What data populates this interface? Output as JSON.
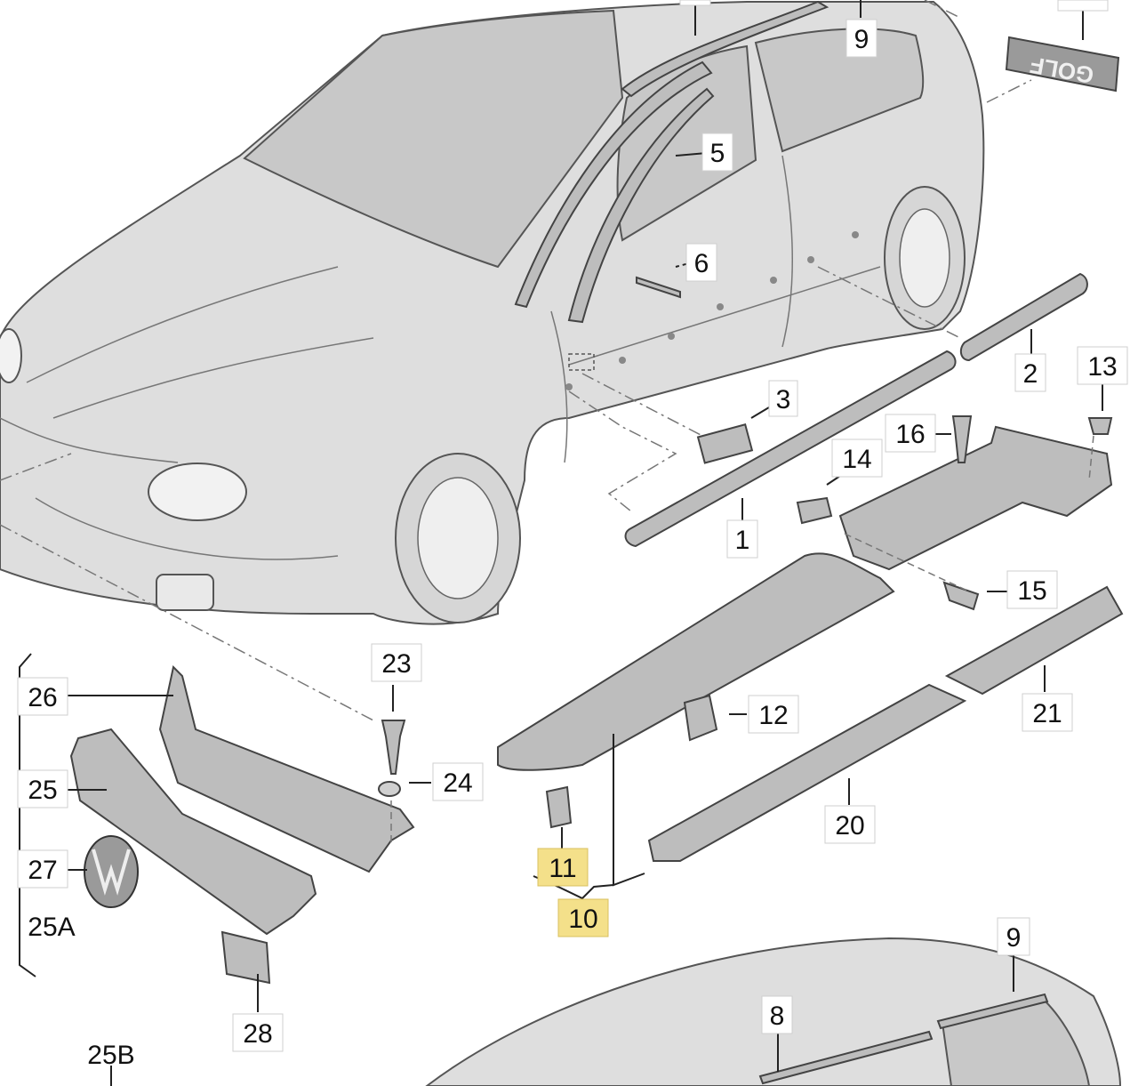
{
  "badge_text": "GOLF",
  "parts": [
    {
      "id": "p1",
      "text": "1"
    },
    {
      "id": "p2",
      "text": "2"
    },
    {
      "id": "p3",
      "text": "3"
    },
    {
      "id": "p5",
      "text": "5"
    },
    {
      "id": "p6",
      "text": "6"
    },
    {
      "id": "p8",
      "text": "8"
    },
    {
      "id": "p9a",
      "text": "9"
    },
    {
      "id": "p9b",
      "text": "9"
    },
    {
      "id": "p10",
      "text": "10",
      "highlighted": true
    },
    {
      "id": "p11",
      "text": "11",
      "highlighted": true
    },
    {
      "id": "p12",
      "text": "12"
    },
    {
      "id": "p13",
      "text": "13"
    },
    {
      "id": "p14",
      "text": "14"
    },
    {
      "id": "p15",
      "text": "15"
    },
    {
      "id": "p16",
      "text": "16"
    },
    {
      "id": "p20",
      "text": "20"
    },
    {
      "id": "p21",
      "text": "21"
    },
    {
      "id": "p23",
      "text": "23"
    },
    {
      "id": "p24",
      "text": "24"
    },
    {
      "id": "p25",
      "text": "25"
    },
    {
      "id": "p26",
      "text": "26"
    },
    {
      "id": "p27",
      "text": "27"
    },
    {
      "id": "p28",
      "text": "28"
    },
    {
      "id": "p25A",
      "text": "25A"
    },
    {
      "id": "p25B",
      "text": "25B"
    }
  ],
  "colors": {
    "highlight": "#f4e08a",
    "line": "#222222",
    "body": "#dedede"
  }
}
